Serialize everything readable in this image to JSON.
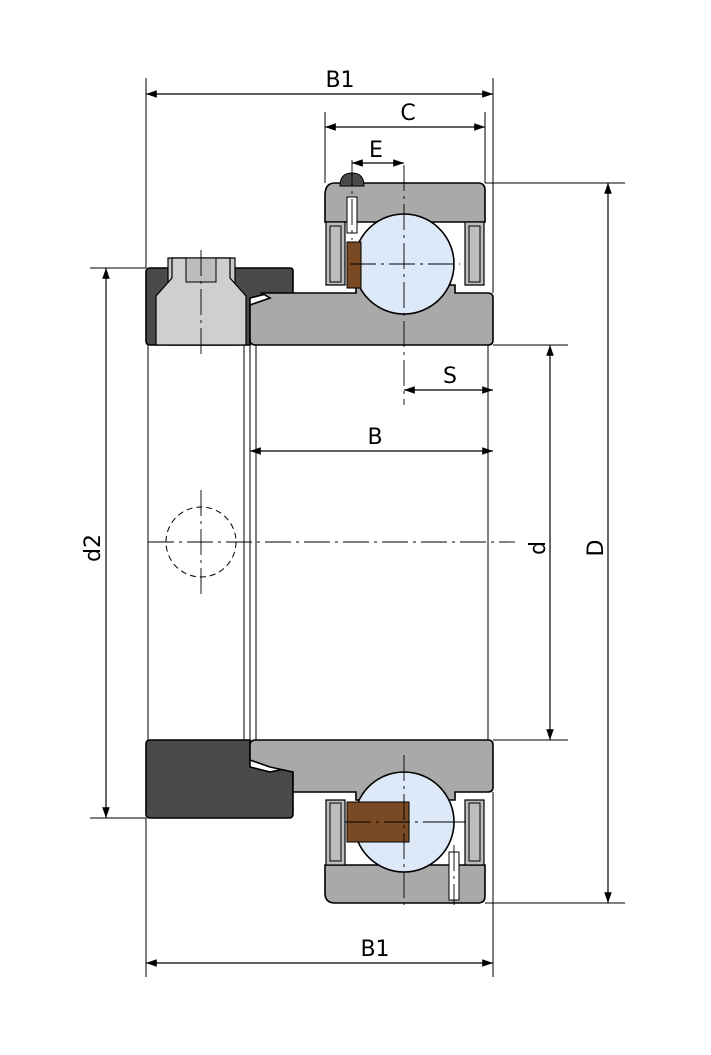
{
  "labels": {
    "b1_top": "B1",
    "c": "C",
    "e": "E",
    "s": "S",
    "b": "B",
    "d2": "d2",
    "d": "d",
    "d_outer": "D",
    "b1_bottom": "B1"
  },
  "colors": {
    "ring_gray": "#a9a9a9",
    "ring_gray_light": "#c4c4c4",
    "collar_dark": "#4a4a4a",
    "ball_fill": "#dde8f8",
    "cage_brown": "#7a4a24",
    "line": "#000000"
  }
}
